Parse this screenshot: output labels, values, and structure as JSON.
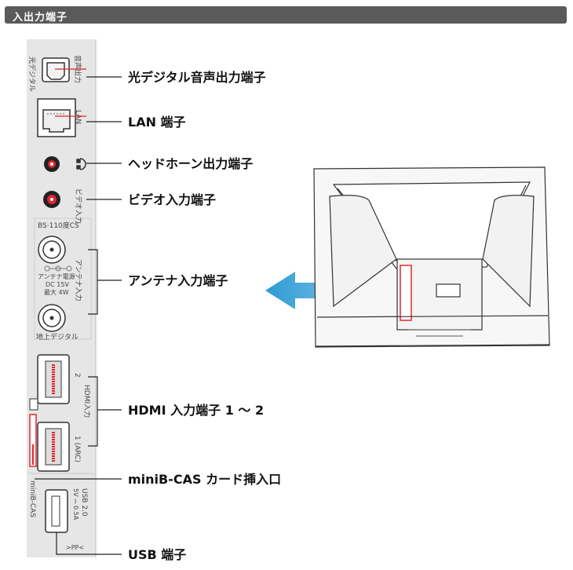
{
  "header": {
    "title": "入出力端子"
  },
  "labels": [
    {
      "key": "optical",
      "text": "光デジタル音声出力端子"
    },
    {
      "key": "lan",
      "text": "LAN 端子"
    },
    {
      "key": "headphone",
      "text": "ヘッドホーン出力端子"
    },
    {
      "key": "video",
      "text": "ビデオ入力端子"
    },
    {
      "key": "antenna",
      "text": "アンテナ入力端子"
    },
    {
      "key": "hdmi",
      "text": "HDMI 入力端子 1 〜 2"
    },
    {
      "key": "bcas",
      "text": "miniB-CAS カード挿入口"
    },
    {
      "key": "usb",
      "text": "USB 端子"
    }
  ],
  "panel": {
    "optical_side": "光デジタル",
    "optical_port": "音声出力",
    "lan": "LAN",
    "video": "ビデオ入力",
    "bs_cs": "BS·110度CS",
    "antenna_power": "アンテナ電源",
    "antenna_dc": "DC 15V",
    "antenna_max": "最大 4W",
    "antenna_input": "アンテナ入力",
    "terrestrial": "地上デジタル",
    "hdmi2": "2",
    "hdmi_label": "HDMI入力",
    "hdmi1": "1 (ARC)",
    "usb": "USB 2.0",
    "usb_power": "5V ⎓ 0.5A",
    "pp": ">PP<",
    "minibcas": "miniB-CAS"
  },
  "colors": {
    "leader": "#e0262e",
    "arrow": "#3aa3d6",
    "panel": "#e6e6e6"
  }
}
